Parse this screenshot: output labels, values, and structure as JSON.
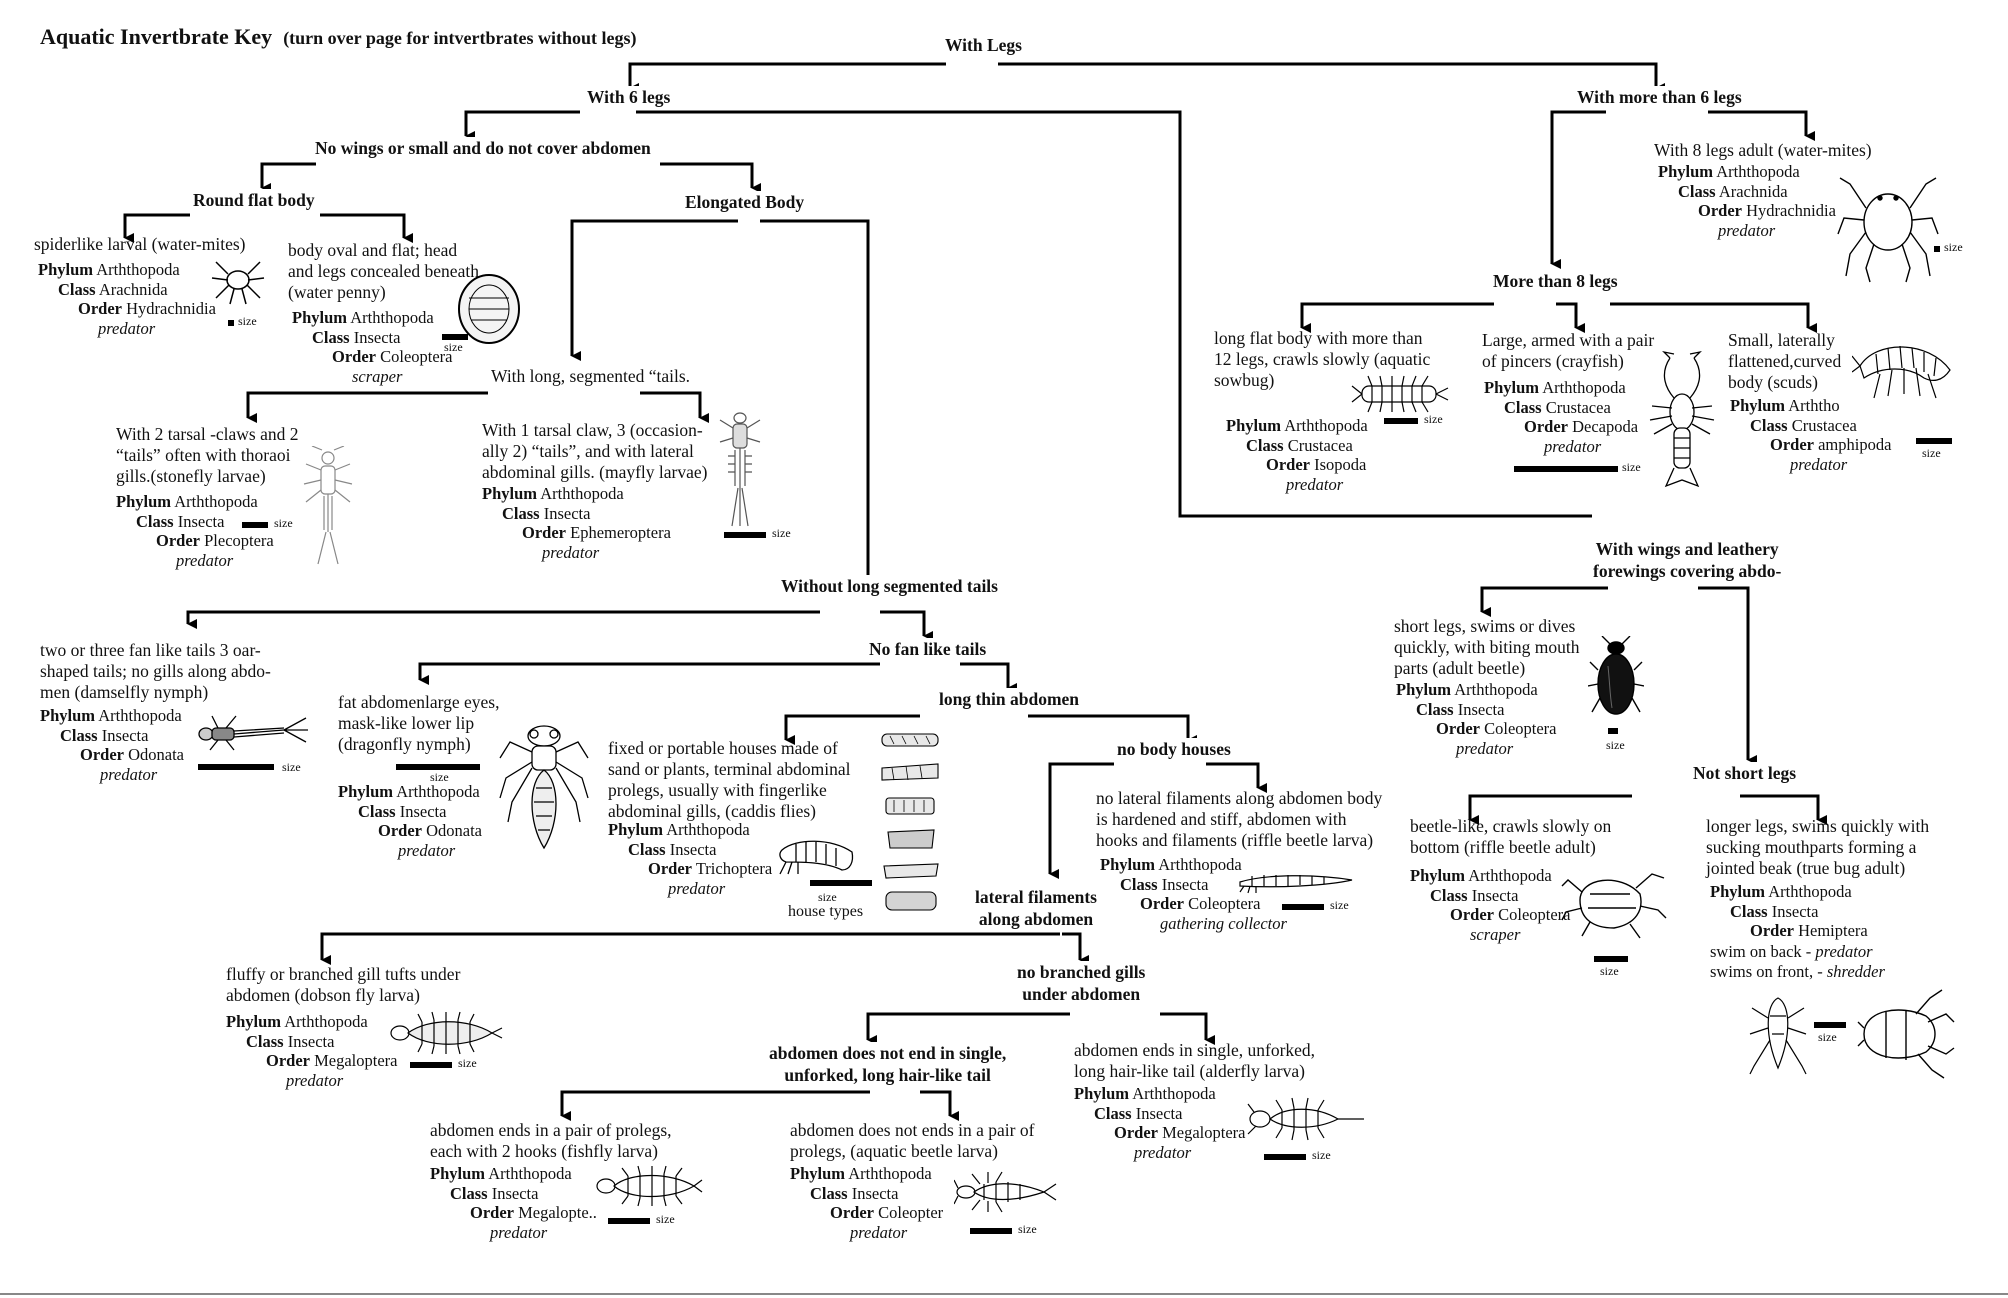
{
  "title": {
    "main": "Aquatic Invertbrate Key",
    "note": "(turn over page for intvertbrates without legs)"
  },
  "labels": {
    "phylum": "Phylum",
    "class": "Class",
    "order": "Order",
    "size": "size",
    "house_types": "house types"
  },
  "nodes": {
    "with_legs": "With Legs",
    "six_legs": "With 6 legs",
    "more_than_six": "With more than 6 legs",
    "no_wings": "No wings or small and do not cover abdomen",
    "round_flat": "Round flat body",
    "elongated": "Elongated Body",
    "long_tails": "With long, segmented “tails.",
    "without_tails": "Without long segmented tails",
    "no_fan": "No fan like tails",
    "long_thin": "long thin abdomen",
    "no_body_houses": "no body houses",
    "lateral_filaments_1": "lateral filaments",
    "lateral_filaments_2": "along abdomen",
    "no_branched_1": "no branched gills",
    "no_branched_2": "under abdomen",
    "not_end_1": "abdomen does not  end in single,",
    "not_end_2": "unforked, long hair-like tail",
    "more_than_eight": "More than 8 legs",
    "wings_leathery_1": "With wings and leathery",
    "wings_leathery_2": "forewings covering abdo-",
    "not_short": "Not short legs"
  },
  "organisms": {
    "water_mite_larva": {
      "desc": [
        "spiderlike larval (water-mites)"
      ],
      "phylum": "Arththopoda",
      "class": "Arachnida",
      "order": "Hydrachnidia",
      "role": "predator"
    },
    "water_penny": {
      "desc": [
        "body oval and flat; head",
        "and legs concealed beneath",
        "(water penny)"
      ],
      "phylum": "Arththopoda",
      "class": "Insecta",
      "order": "Coleoptera",
      "role": "scraper"
    },
    "stonefly": {
      "desc": [
        "With 2 tarsal -claws and 2",
        "“tails” often with thoraoi",
        "gills.(stonefly larvae)"
      ],
      "phylum": "Arththopoda",
      "class": "Insecta",
      "order": "Plecoptera",
      "role": "predator"
    },
    "mayfly": {
      "desc": [
        "With 1 tarsal claw, 3 (occasion-",
        "ally 2) “tails”, and with lateral",
        "abdominal gills. (mayfly larvae)"
      ],
      "phylum": "Arththopoda",
      "class": "Insecta",
      "order": "Ephemeroptera",
      "role": "predator"
    },
    "damselfly": {
      "desc": [
        "two or three fan like tails 3 oar-",
        "shaped tails; no gills along abdo-",
        "men (damselfly nymph)"
      ],
      "phylum": "Arththopoda",
      "class": "Insecta",
      "order": "Odonata",
      "role": "predator"
    },
    "dragonfly": {
      "desc": [
        "fat abdomenlarge eyes,",
        "mask-like lower lip",
        "(dragonfly nymph)"
      ],
      "phylum": "Arththopoda",
      "class": "Insecta",
      "order": "Odonata",
      "role": "predator"
    },
    "caddisfly": {
      "desc": [
        "fixed or portable houses made of",
        "sand or plants, terminal abdominal",
        "prolegs, usually with fingerlike",
        "abdominal gills, (caddis flies)"
      ],
      "phylum": "Arththopoda",
      "class": "Insecta",
      "order": "Trichoptera",
      "role": "predator"
    },
    "riffle_beetle_larva": {
      "desc": [
        "no lateral filaments along abdomen body",
        "is hardened and stiff, abdomen  with",
        "hooks and filaments (riffle beetle larva)"
      ],
      "phylum": "Arththopoda",
      "class": "Insecta",
      "order": "Coleoptera",
      "role": "gathering collector"
    },
    "dobsonfly": {
      "desc": [
        "fluffy or branched gill tufts under",
        "abdomen  (dobson fly larva)"
      ],
      "phylum": "Arththopoda",
      "class": "Insecta",
      "order": "Megaloptera",
      "role": "predator"
    },
    "alderfly": {
      "desc": [
        "abdomen ends in single, unforked,",
        "long hair-like tail (alderfly larva)"
      ],
      "phylum": "Arththopoda",
      "class": "Insecta",
      "order": "Megaloptera",
      "role": "predator"
    },
    "fishfly": {
      "desc": [
        "abdomen ends in a pair of prolegs,",
        "each with 2 hooks (fishfly larva)"
      ],
      "phylum": "Arththopoda",
      "class": "Insecta",
      "order": "Megalopte..",
      "role": "predator"
    },
    "aquatic_beetle_larva": {
      "desc": [
        "abdomen does not ends in a pair of",
        "prolegs, (aquatic beetle larva)"
      ],
      "phylum": "Arththopoda",
      "class": "Insecta",
      "order": "Coleopter",
      "role": "predator"
    },
    "water_mite_adult": {
      "desc": [
        "With 8 legs adult  (water-mites)"
      ],
      "phylum": "Arththopoda",
      "class": "Arachnida",
      "order": "Hydrachnidia",
      "role": "predator"
    },
    "sowbug": {
      "desc": [
        "long flat body with more than",
        "12 legs, crawls slowly (aquatic",
        "sowbug)"
      ],
      "phylum": "Arththopoda",
      "class": "Crustacea",
      "order": "Isopoda",
      "role": "predator"
    },
    "crayfish": {
      "desc": [
        "Large, armed with a pair",
        "of pincers  (crayfish)"
      ],
      "phylum": "Arththopoda",
      "class": "Crustacea",
      "order": "Decapoda",
      "role": "predator"
    },
    "scud": {
      "desc": [
        "Small, laterally",
        "flattened,curved",
        "body  (scuds)"
      ],
      "phylum": "Arththo",
      "class": "Crustacea",
      "order": "amphipoda",
      "role": "predator"
    },
    "adult_beetle": {
      "desc": [
        "short legs, swims or dives",
        "quickly, with biting mouth",
        "parts (adult beetle)"
      ],
      "phylum": "Arththopoda",
      "class": "Insecta",
      "order": "Coleoptera",
      "role": "predator"
    },
    "riffle_beetle_adult": {
      "desc": [
        "beetle-like, crawls slowly on",
        "bottom (riffle beetle adult)"
      ],
      "phylum": "Arththopoda",
      "class": "Insecta",
      "order": "Coleoptera",
      "role": "scraper"
    },
    "true_bug": {
      "desc": [
        "longer legs, swims quickly with",
        "sucking mouthparts forming a",
        "jointed beak (true bug adult)"
      ],
      "phylum": "Arththopoda",
      "class": "Insecta",
      "order": "Hemiptera",
      "role": ""
    },
    "true_bug_notes": {
      "back_prefix": "swim on back - ",
      "back_role": "predator",
      "front_prefix": "swims on front, - ",
      "front_role": "shredder"
    }
  }
}
